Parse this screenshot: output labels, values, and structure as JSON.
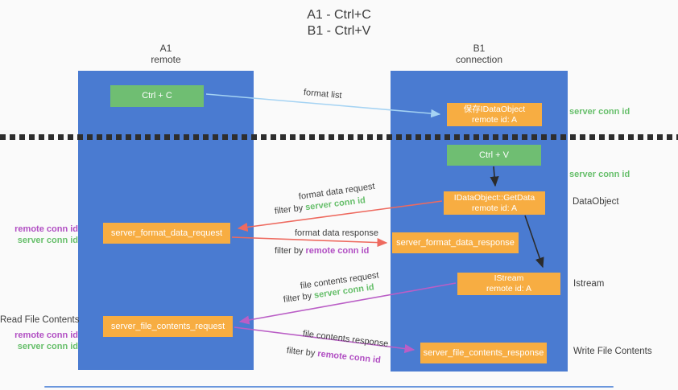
{
  "title": {
    "line1": "A1 - Ctrl+C",
    "line2": "B1 - Ctrl+V"
  },
  "lanes": {
    "left": {
      "name": "A1",
      "subtitle": "remote"
    },
    "right": {
      "name": "B1",
      "subtitle": "connection"
    }
  },
  "boxes": {
    "ctrl_c": {
      "label": "Ctrl + C"
    },
    "save_idataobject": {
      "line1": "保存IDataObject",
      "line2": "remote id: A"
    },
    "ctrl_v": {
      "label": "Ctrl + V"
    },
    "getdata": {
      "line1": "IDataObject::GetData",
      "line2": "remote id: A"
    },
    "server_format_data_request": {
      "label": "server_format_data_request"
    },
    "server_format_data_response": {
      "label": "server_format_data_response"
    },
    "istream": {
      "line1": "IStream",
      "line2": "remote id: A"
    },
    "server_file_contents_request": {
      "label": "server_file_contents_request"
    },
    "server_file_contents_response": {
      "label": "server_file_contents_response"
    }
  },
  "arrows": {
    "format_list": {
      "label": "format list"
    },
    "format_data_request": {
      "label": "format data request",
      "filter_prefix": "filter by ",
      "filter_key": "server conn id"
    },
    "format_data_response": {
      "label": "format data response",
      "filter_prefix": "filter by ",
      "filter_key": "remote conn id"
    },
    "file_contents_request": {
      "label": "file contents request",
      "filter_prefix": "filter by ",
      "filter_key": "server conn id"
    },
    "file_contents_response": {
      "label": "file contents response",
      "filter_prefix": "filter by ",
      "filter_key": "remote conn id"
    }
  },
  "annotations": {
    "right": {
      "server_conn_id_1": "server conn id",
      "server_conn_id_2": "server conn id",
      "dataobject": "DataObject",
      "istream": "Istream",
      "write_file_contents": "Write File Contents"
    },
    "left": {
      "mid": {
        "remote_conn_id": "remote conn id",
        "server_conn_id": "server conn id"
      },
      "read_file_contents": "Read File Contents",
      "bottom": {
        "remote_conn_id": "remote conn id",
        "server_conn_id": "server conn id"
      }
    }
  },
  "colors": {
    "lane_blue": "#4a7bd1",
    "box_green": "#6fbe72",
    "box_orange": "#f7ad42",
    "arrow_lightblue": "#a5d3f3",
    "arrow_red": "#ee6a5f",
    "arrow_purple": "#ba5ec6",
    "arrow_black": "#2b2b2b",
    "text_green": "#67bf6b",
    "text_purple": "#b14fc3",
    "text_dark": "#3d3d3d"
  }
}
